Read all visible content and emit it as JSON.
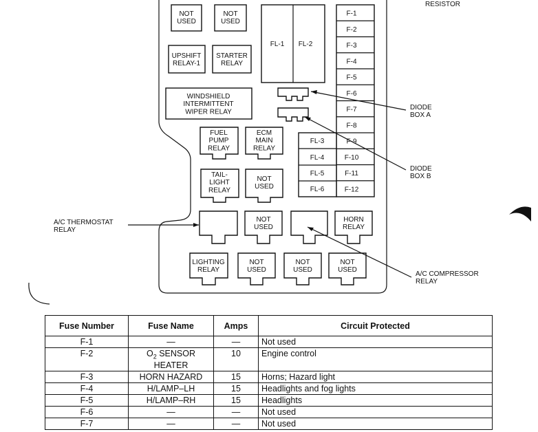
{
  "top_label": "RESISTOR",
  "relays": {
    "not_used": "NOT\nUSED",
    "upshift": "UPSHIFT\nRELAY-1",
    "starter": "STARTER\nRELAY",
    "windshield": "WINDSHIELD\nINTERMITTENT\nWIPER RELAY",
    "fuel_pump": "FUEL\nPUMP\nRELAY",
    "ecm_main": "ECM\nMAIN\nRELAY",
    "tail_light": "TAIL-\nLIGHT\nRELAY",
    "horn": "HORN\nRELAY",
    "lighting": "LIGHTING\nRELAY"
  },
  "fusible_links": [
    "FL-1",
    "FL-2",
    "FL-3",
    "FL-4",
    "FL-5",
    "FL-6"
  ],
  "fuses": [
    "F-1",
    "F-2",
    "F-3",
    "F-4",
    "F-5",
    "F-6",
    "F-7",
    "F-8",
    "F-9",
    "F-10",
    "F-11",
    "F-12"
  ],
  "callouts": {
    "diode_a": "DIODE\nBOX A",
    "diode_b": "DIODE\nBOX B",
    "ac_thermostat": "A/C THERMOSTAT\nRELAY",
    "ac_compressor": "A/C COMPRESSOR\nRELAY"
  },
  "table": {
    "headers": [
      "Fuse Number",
      "Fuse Name",
      "Amps",
      "Circuit Protected"
    ],
    "rows": [
      [
        "F-1",
        "—",
        "—",
        "Not used"
      ],
      [
        "F-2",
        "O₂ SENSOR HEATER",
        "10",
        "Engine control"
      ],
      [
        "F-3",
        "HORN HAZARD",
        "15",
        "Horns; Hazard light"
      ],
      [
        "F-4",
        "H/LAMP–LH",
        "15",
        "Headlights and fog lights"
      ],
      [
        "F-5",
        "H/LAMP–RH",
        "15",
        "Headlights"
      ],
      [
        "F-6",
        "—",
        "—",
        "Not used"
      ],
      [
        "F-7",
        "—",
        "—",
        "Not used"
      ]
    ]
  }
}
